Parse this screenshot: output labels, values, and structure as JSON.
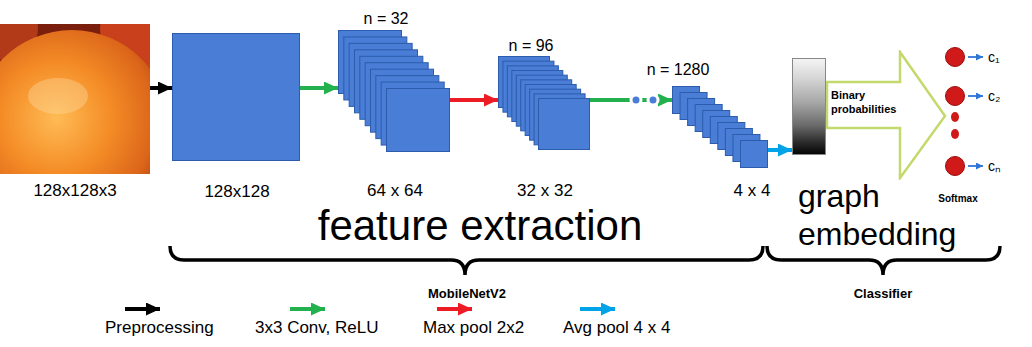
{
  "diagram": {
    "nodes": [
      {
        "text": [
          "128x128x3"
        ]
      },
      {
        "text": [
          "128x128"
        ]
      },
      {
        "text": [
          "n = 32",
          "64 x 64"
        ]
      },
      {
        "text": [
          "n = 96",
          "32 x 32"
        ]
      },
      {
        "text": [
          "n = 1280",
          "4 x 4"
        ]
      },
      {
        "text": [
          "graph embedding"
        ]
      },
      {
        "text": [
          "Binary probabilities"
        ]
      },
      {
        "text": [
          "c₁"
        ]
      },
      {
        "text": [
          "c₂"
        ]
      },
      {
        "text": [
          "cₙ"
        ]
      }
    ],
    "edges": [
      {
        "from": 0,
        "to": 1,
        "arrow": "to"
      },
      {
        "from": 1,
        "to": 2,
        "arrow": "to"
      },
      {
        "from": 2,
        "to": 3,
        "arrow": "to"
      },
      {
        "from": 3,
        "to": 4,
        "arrow": "to"
      },
      {
        "from": 4,
        "to": 5,
        "arrow": "to"
      }
    ],
    "labels": [
      "feature extraction",
      "MobileNetV2",
      "Classifier",
      "Softmax"
    ],
    "legend": [
      {
        "text": "Preprocessing"
      },
      {
        "text": "3x3 Conv, ReLU"
      },
      {
        "text": "Max pool 2x2"
      },
      {
        "text": "Avg pool 4 x 4"
      }
    ]
  }
}
